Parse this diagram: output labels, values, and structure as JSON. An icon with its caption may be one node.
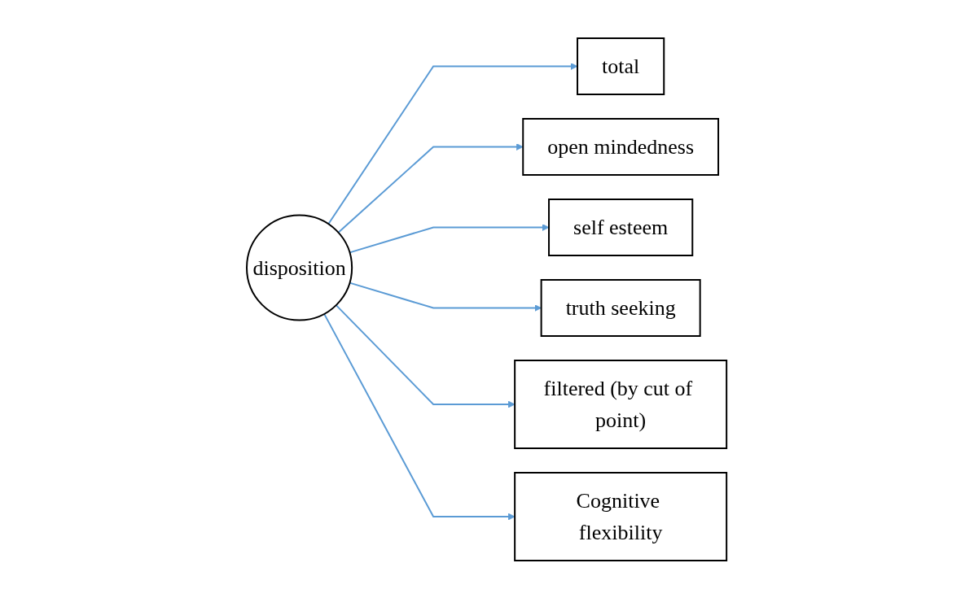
{
  "diagram": {
    "nodes": [
      {
        "text": [
          "total"
        ]
      },
      {
        "text": [
          "open mindedness"
        ]
      },
      {
        "text": [
          "self esteem"
        ]
      },
      {
        "text": [
          "truth seeking"
        ]
      },
      {
        "text": [
          "filtered (by cut of point)"
        ]
      },
      {
        "text": [
          "disposition"
        ]
      },
      {
        "text": [
          "Cognitive flexibility"
        ]
      }
    ],
    "edges": [
      {
        "from": 5,
        "to": 0,
        "arrow": "to"
      },
      {
        "from": 5,
        "to": 1,
        "arrow": "to"
      },
      {
        "from": 5,
        "to": 2,
        "arrow": "to"
      },
      {
        "from": 5,
        "to": 3,
        "arrow": "to"
      },
      {
        "from": 5,
        "to": 4,
        "arrow": "to"
      },
      {
        "from": 5,
        "to": 6,
        "arrow": "to"
      }
    ]
  }
}
